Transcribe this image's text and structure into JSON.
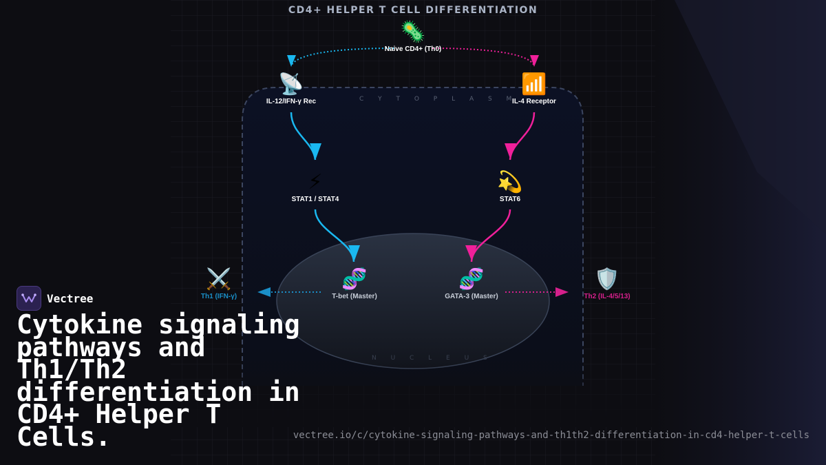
{
  "diagram": {
    "title": "CD4+ HELPER T CELL DIFFERENTIATION",
    "regions": {
      "cytoplasm": "C Y T O P L A S M",
      "nucleus": "N U C L E U S"
    },
    "nodes": {
      "naive": {
        "label": "Naive CD4+ (Th0)",
        "icon": "microbe-icon"
      },
      "il12_receptor": {
        "label": "IL-12/IFN-γ Rec",
        "icon": "satellite-antenna-icon"
      },
      "il4_receptor": {
        "label": "IL-4 Receptor",
        "icon": "antenna-bars-icon"
      },
      "stat1_stat4": {
        "label": "STAT1 / STAT4",
        "icon": "lightning-icon"
      },
      "stat6": {
        "label": "STAT6",
        "icon": "dizzy-star-icon"
      },
      "tbet": {
        "label": "T-bet (Master)",
        "icon": "dna-icon"
      },
      "gata3": {
        "label": "GATA-3 (Master)",
        "icon": "dna-icon"
      },
      "th1": {
        "label": "Th1 (IFN-γ)",
        "icon": "crossed-swords-icon"
      },
      "th2": {
        "label": "Th2 (IL-4/5/13)",
        "icon": "shield-icon"
      }
    },
    "colors": {
      "th1_path": "#1ab8f0",
      "th2_path": "#f0209a",
      "th1_label": "#1a8fc8",
      "th2_label": "#d6208c",
      "background": "#0d0d12"
    }
  },
  "brand": {
    "name": "Vectree"
  },
  "headline": "Cytokine signaling pathways and Th1/Th2 differentiation in CD4+ Helper T Cells.",
  "url": "vectree.io/c/cytokine-signaling-pathways-and-th1th2-differentiation-in-cd4-helper-t-cells"
}
